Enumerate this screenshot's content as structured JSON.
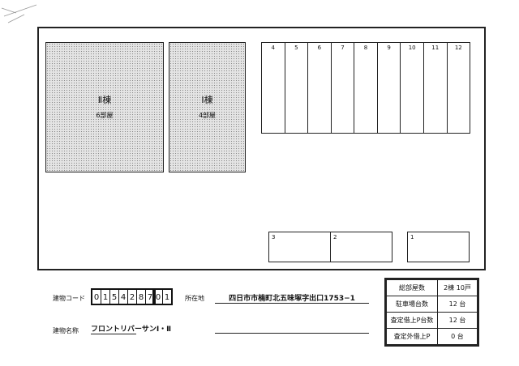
{
  "buildings": [
    {
      "name": "Ⅱ棟",
      "rooms": "6部屋"
    },
    {
      "name": "Ⅰ棟",
      "rooms": "4部屋"
    }
  ],
  "parking_top": [
    "4",
    "5",
    "6",
    "7",
    "8",
    "9",
    "10",
    "11",
    "12"
  ],
  "parking_bottom": [
    "3",
    "2",
    "1"
  ],
  "info": {
    "code_label": "建物コード",
    "code_digits": [
      "0",
      "1",
      "5",
      "4",
      "2",
      "8",
      "7"
    ],
    "code_suffix": [
      "0",
      "1"
    ],
    "address_label": "所在地",
    "address": "四日市市楠町北五味塚字出口1753−1",
    "name_label": "建物名称",
    "name": "フロントリバーサンⅠ・Ⅱ"
  },
  "summary": [
    {
      "label": "総部屋数",
      "value": "2棟 10戸"
    },
    {
      "label": "駐車場台数",
      "value": "12 台"
    },
    {
      "label": "査定借上P台数",
      "value": "12 台"
    },
    {
      "label": "査定外借上P",
      "value": "0 台"
    }
  ]
}
